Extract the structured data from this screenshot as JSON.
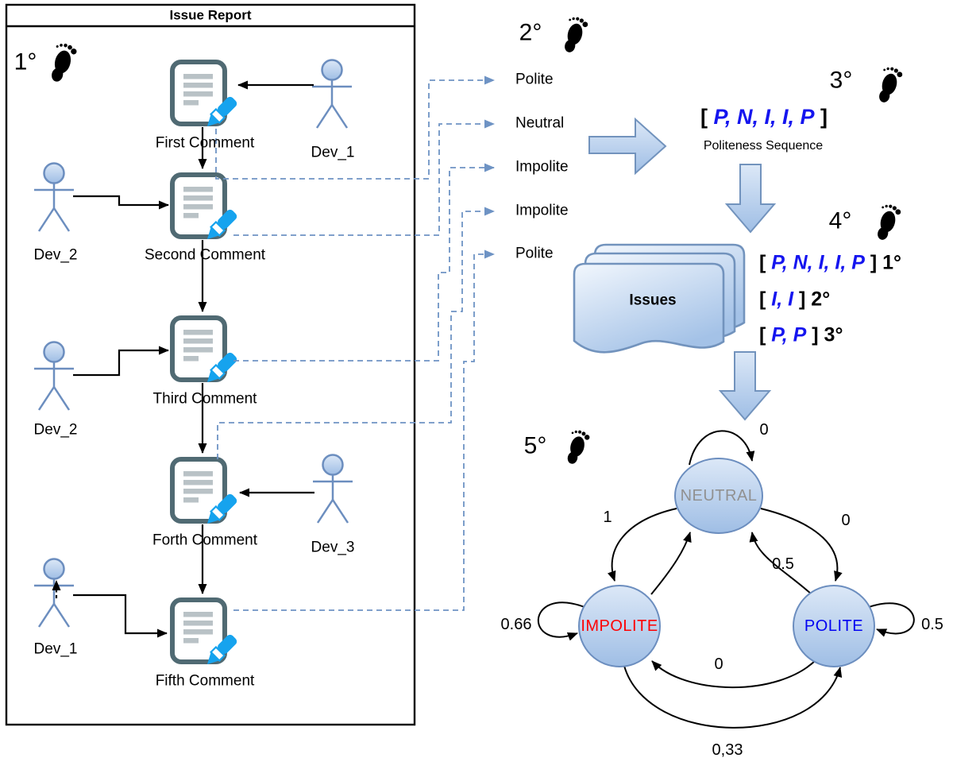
{
  "panel": {
    "title": "Issue Report",
    "step": "1°",
    "comments": [
      {
        "label": "First Comment"
      },
      {
        "label": "Second Comment"
      },
      {
        "label": "Third Comment"
      },
      {
        "label": "Forth Comment"
      },
      {
        "label": "Fifth Comment"
      }
    ],
    "developers": [
      {
        "label": "Dev_1"
      },
      {
        "label": "Dev_2"
      },
      {
        "label": "Dev_2"
      },
      {
        "label": "Dev_3"
      },
      {
        "label": "Dev_1"
      }
    ]
  },
  "classification": {
    "step": "2°",
    "labels": [
      "Polite",
      "Neutral",
      "Impolite",
      "Impolite",
      "Polite"
    ]
  },
  "sequence": {
    "step": "3°",
    "tokens": [
      "P",
      "N",
      "I",
      "I",
      "P"
    ],
    "caption": "Politeness Sequence"
  },
  "issues": {
    "step": "4°",
    "stack_label": "Issues",
    "sequences": [
      {
        "tokens": [
          "P",
          "N",
          "I",
          "I",
          "P"
        ],
        "issue": "1°"
      },
      {
        "tokens": [
          "I",
          "I"
        ],
        "issue": "2°"
      },
      {
        "tokens": [
          "P",
          "P"
        ],
        "issue": "3°"
      }
    ]
  },
  "markov": {
    "step": "5°",
    "states": [
      {
        "name": "NEUTRAL",
        "text_color": "#919191"
      },
      {
        "name": "IMPOLITE",
        "text_color": "#fe0002"
      },
      {
        "name": "POLITE",
        "text_color": "#0202f2"
      }
    ],
    "transitions": [
      {
        "from": "NEUTRAL",
        "to": "NEUTRAL",
        "label": "0"
      },
      {
        "from": "NEUTRAL",
        "to": "IMPOLITE",
        "label": "1"
      },
      {
        "from": "NEUTRAL",
        "to": "POLITE",
        "label": "0"
      },
      {
        "from": "POLITE",
        "to": "NEUTRAL",
        "label": "0.5"
      },
      {
        "from": "IMPOLITE",
        "to": "IMPOLITE",
        "label": "0.66"
      },
      {
        "from": "POLITE",
        "to": "POLITE",
        "label": "0.5"
      },
      {
        "from": "POLITE",
        "to": "IMPOLITE",
        "label": "0"
      },
      {
        "from": "IMPOLITE",
        "to": "POLITE",
        "label": "0,33"
      }
    ]
  },
  "colors": {
    "accent_blue_stroke": "#6c8ebf",
    "dashed_connector_blue": "#6e93c4",
    "pencil_blue": "#16a3ee",
    "sequence_blue": "#1515ef",
    "impolite_red": "#fe0002",
    "polite_blue": "#0202f2",
    "neutral_gray": "#919191",
    "icon_border_slate": "#506a73"
  }
}
